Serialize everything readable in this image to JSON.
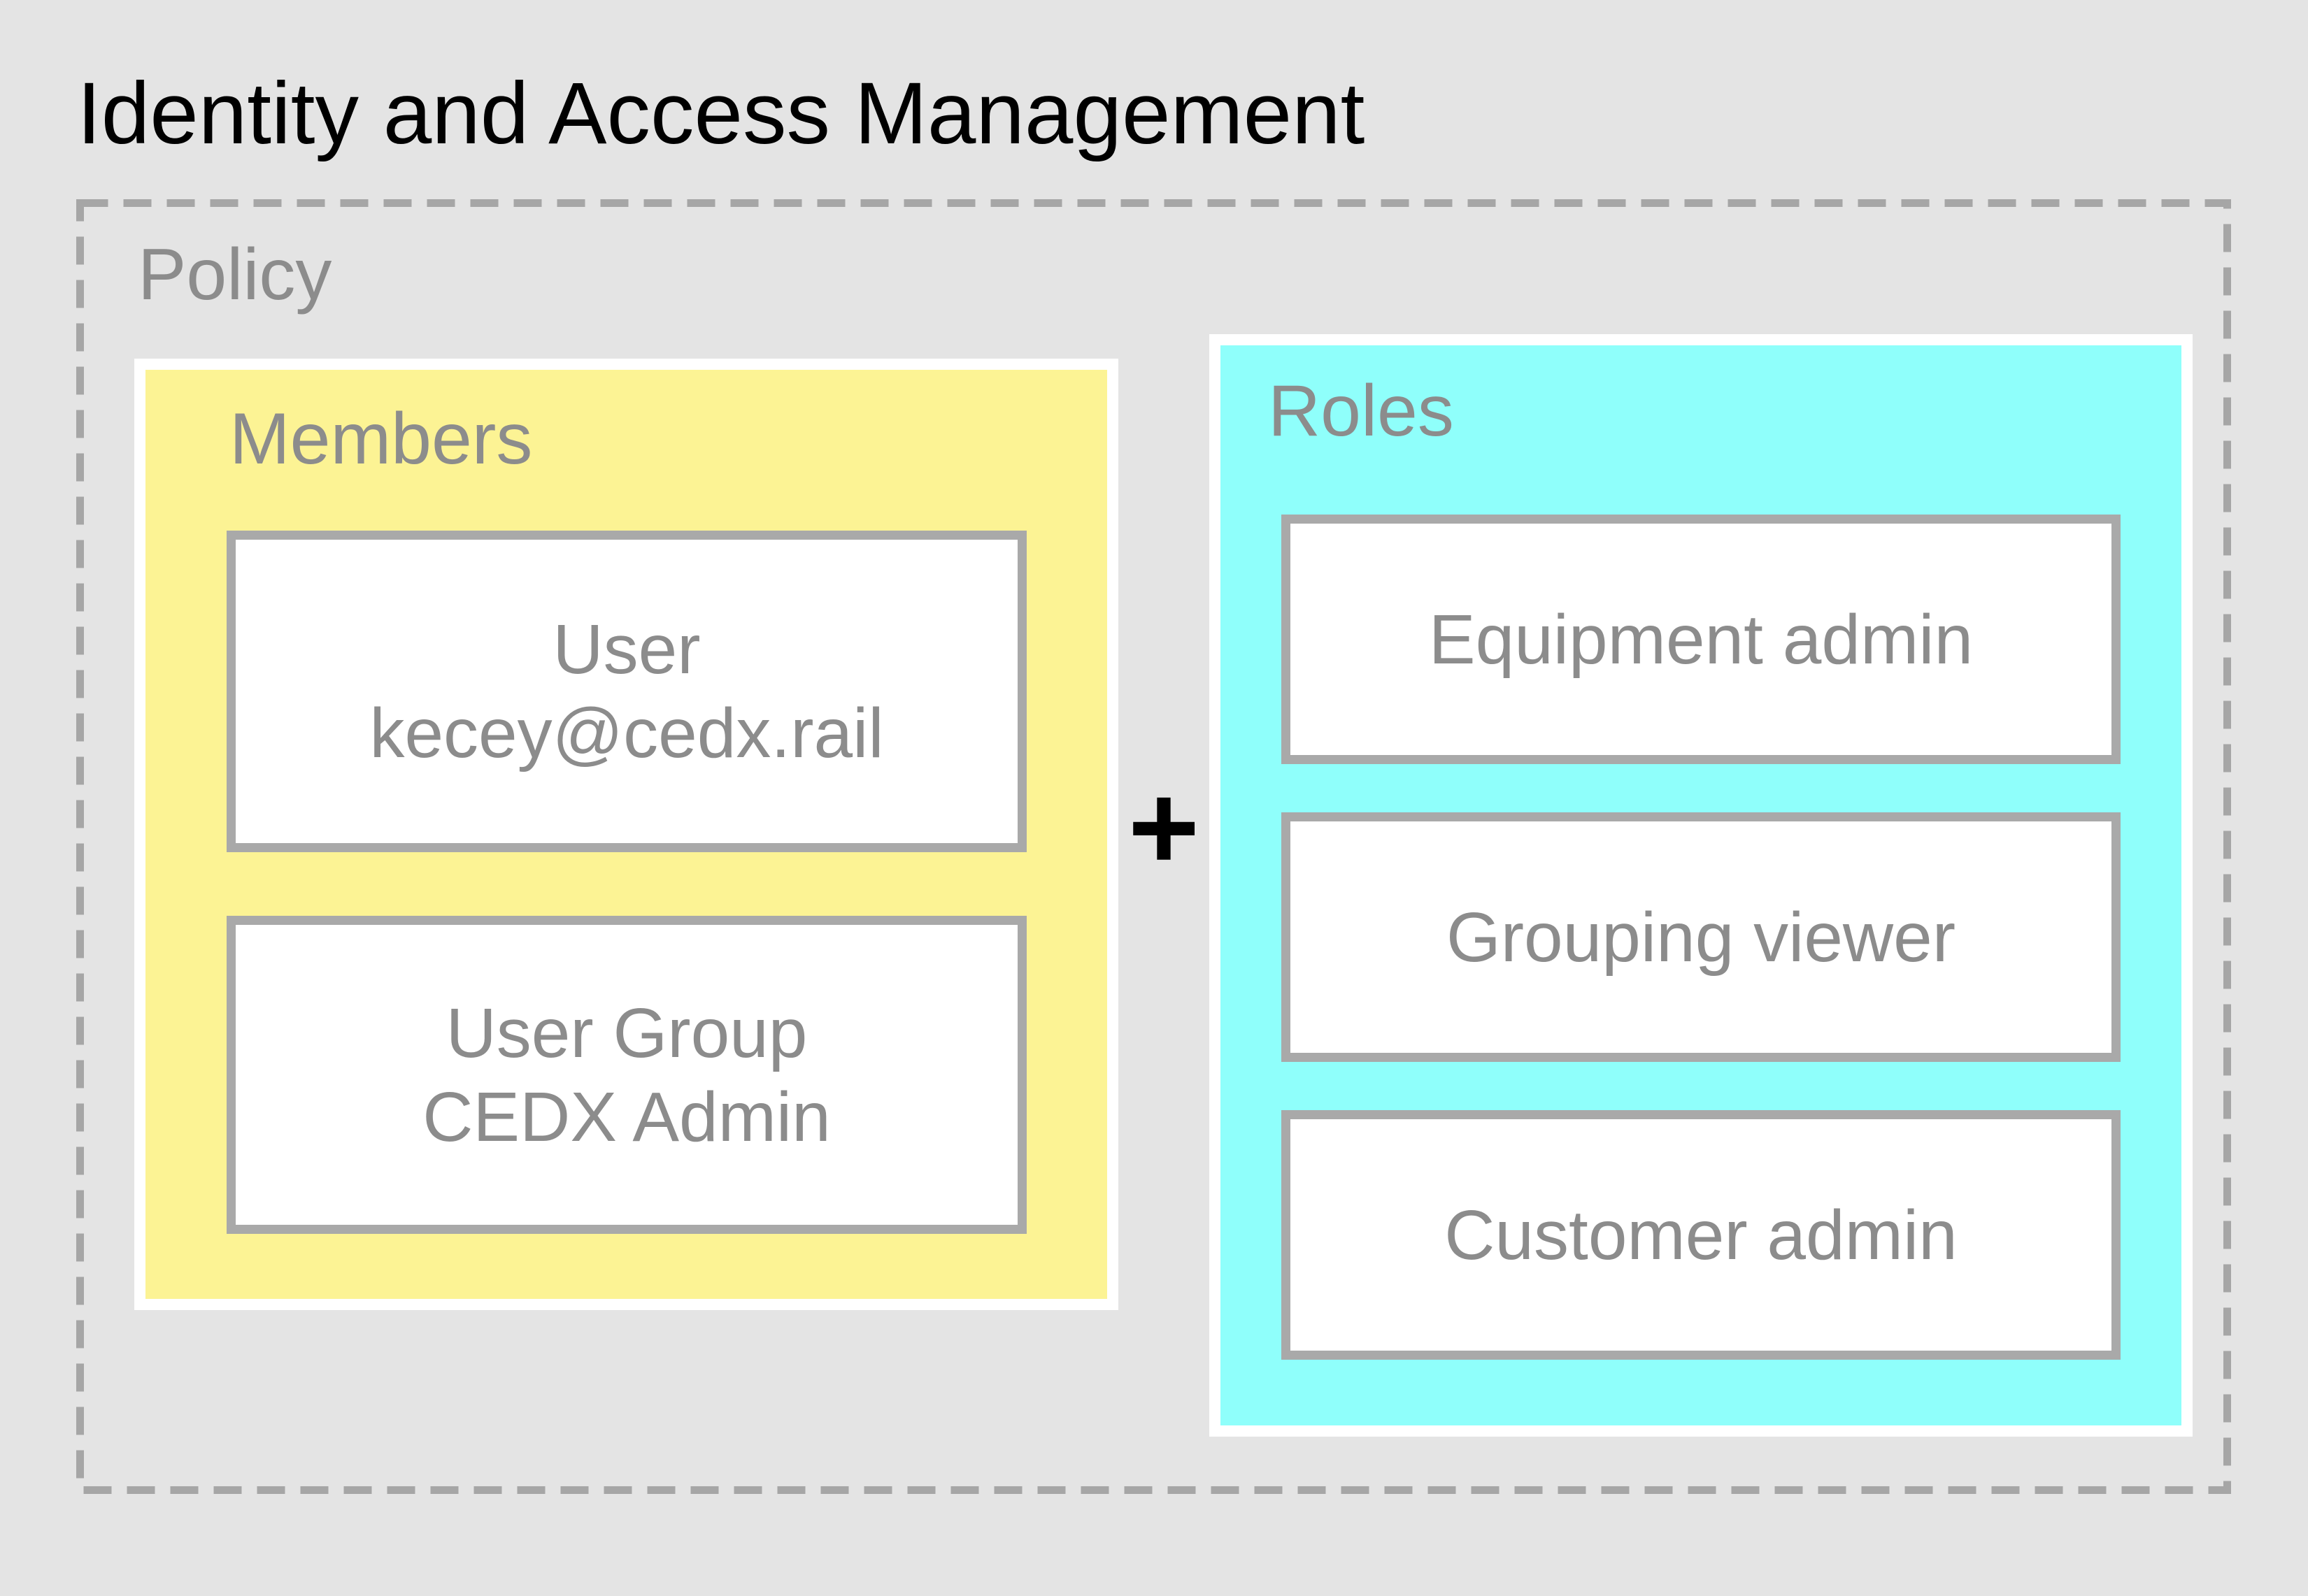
{
  "title": "Identity and Access Management",
  "policy": {
    "label": "Policy"
  },
  "members": {
    "label": "Members",
    "items": [
      {
        "lines": [
          "User",
          "kecey@cedx.rail"
        ]
      },
      {
        "lines": [
          "User Group",
          "CEDX Admin"
        ]
      }
    ]
  },
  "operator": "+",
  "roles": {
    "label": "Roles",
    "items": [
      {
        "label": "Equipment admin"
      },
      {
        "label": "Grouping viewer"
      },
      {
        "label": "Customer admin"
      }
    ]
  },
  "colors": {
    "background": "#e4e4e4",
    "members_fill": "#fcf394",
    "roles_fill": "#8ffffb",
    "box_border": "#a9a9a9",
    "gray_text": "#8c8c8c",
    "dashed_border": "#a6a6a6",
    "title_text": "#000000"
  }
}
